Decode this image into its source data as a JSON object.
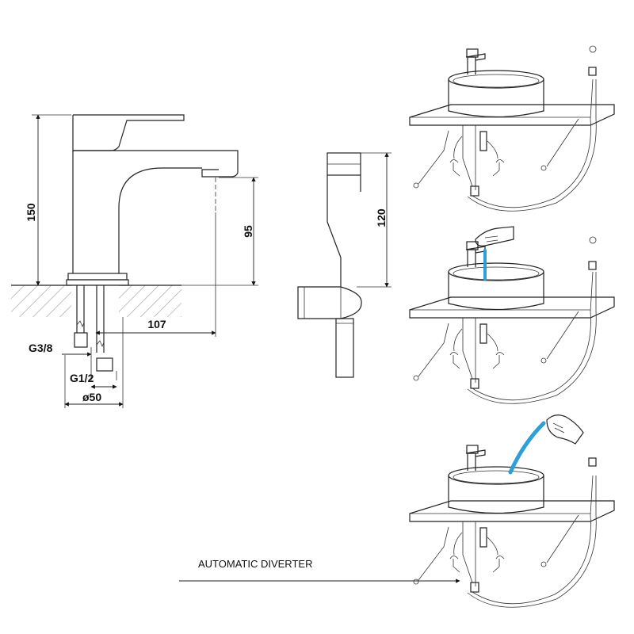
{
  "dimensions": {
    "faucet_height": "150",
    "spout_height": "95",
    "spout_reach": "107",
    "inlet_hot": "G3/8",
    "inlet_cold": "G1/2",
    "base_diameter": "ø50",
    "shower_holder_height": "120"
  },
  "callout": {
    "label": "AUTOMATIC DIVERTER"
  },
  "colors": {
    "line": "#222222",
    "water": "#2f9fd8"
  }
}
